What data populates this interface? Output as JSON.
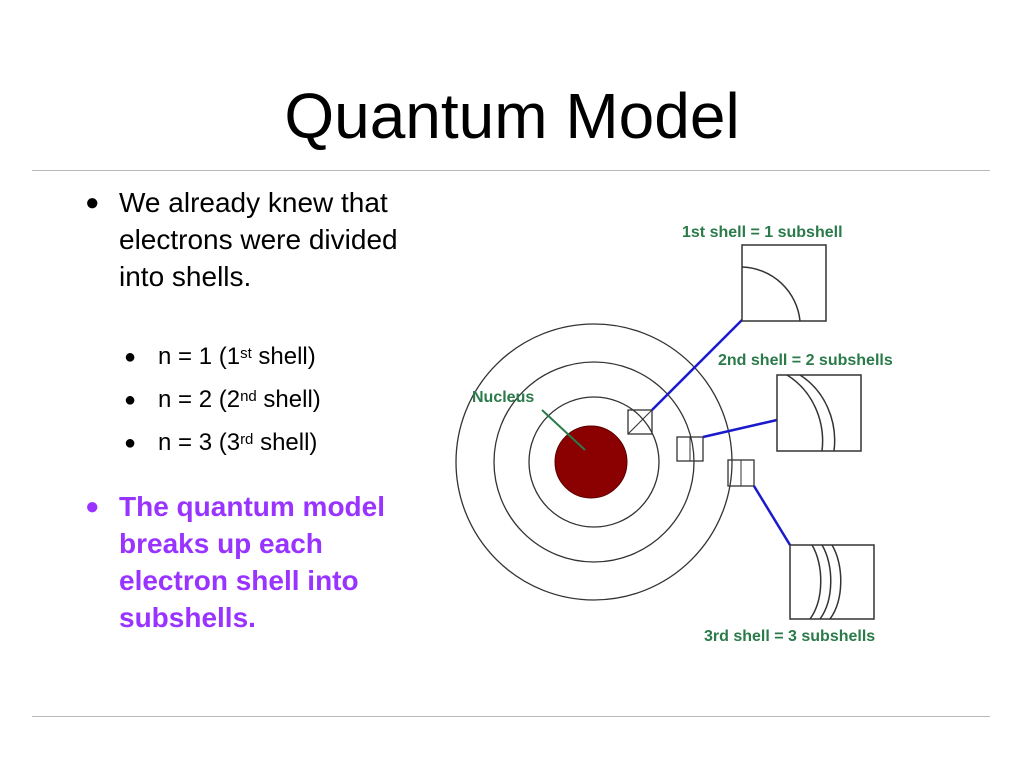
{
  "slide": {
    "title": "Quantum Model",
    "bullet1": "We already knew that electrons were divided into shells.",
    "sub_bullets": [
      {
        "prefix": "n = 1 (1",
        "sup": "st",
        "suffix": " shell)"
      },
      {
        "prefix": "n = 2 (2",
        "sup": "nd",
        "suffix": " shell)"
      },
      {
        "prefix": "n = 3 (3",
        "sup": "rd",
        "suffix": " shell)"
      }
    ],
    "bullet2": "The quantum model breaks up each electron shell into subshells.",
    "bullet2_color": "#9933ff"
  },
  "diagram": {
    "label_shell1": "1st shell = 1 subshell",
    "label_shell2": "2nd shell = 2 subshells",
    "label_shell3": "3rd shell = 3 subshells",
    "label_nucleus": "Nucleus",
    "nucleus_color": "#8b0000",
    "label_color": "#2a7a4a",
    "connector_color": "#1a1acc"
  }
}
